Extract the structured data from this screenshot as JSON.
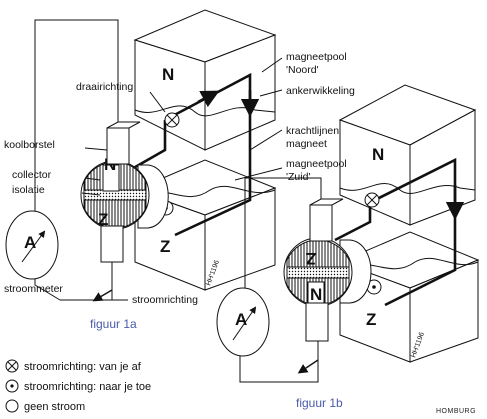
{
  "figure_1a": {
    "caption": "figuur 1a",
    "pole_north": "N",
    "pole_south": "Z",
    "commutator_top": "N",
    "commutator_bottom": "Z",
    "meter_symbol": "A",
    "stamp": "HH'1196"
  },
  "figure_1b": {
    "caption": "figuur 1b",
    "pole_north": "N",
    "pole_south": "Z",
    "commutator_top": "Z",
    "commutator_bottom": "N",
    "meter_symbol": "A",
    "stamp": "HH'1196"
  },
  "labels": {
    "magneetpool_noord": "magneetpool",
    "magneetpool_noord_2": "'Noord'",
    "ankerwikkeling": "ankerwikkeling",
    "draairichting": "draairichting",
    "krachtlijnen": "krachtlijnen",
    "krachtlijnen_2": "magneet",
    "magneetpool_zuid": "magneetpool",
    "magneetpool_zuid_2": "'Zuid'",
    "koolborstel": "koolborstel",
    "collector": "collector",
    "isolatie": "isolatie",
    "stroommeter": "stroommeter",
    "stroomrichting": "stroomrichting"
  },
  "legend": {
    "away": "stroomrichting: van je af",
    "toward": "stroomrichting: naar je toe",
    "none": "geen stroom"
  },
  "publisher": "HOMBURG"
}
